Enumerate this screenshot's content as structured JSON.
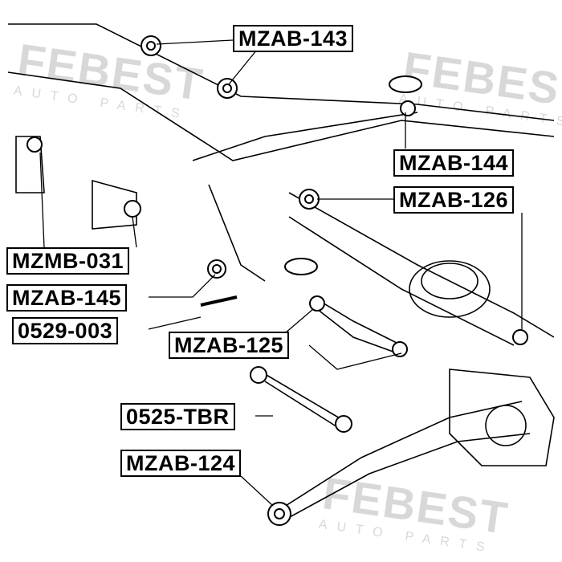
{
  "watermark": {
    "brand": "FEBEST",
    "sub": "AUTO PARTS"
  },
  "labels": [
    {
      "id": "MZAB-143"
    },
    {
      "id": "MZAB-144"
    },
    {
      "id": "MZAB-126"
    },
    {
      "id": "MZMB-031"
    },
    {
      "id": "MZAB-145"
    },
    {
      "id": "0529-003"
    },
    {
      "id": "MZAB-125"
    },
    {
      "id": "0525-TBR"
    },
    {
      "id": "MZAB-124"
    }
  ]
}
